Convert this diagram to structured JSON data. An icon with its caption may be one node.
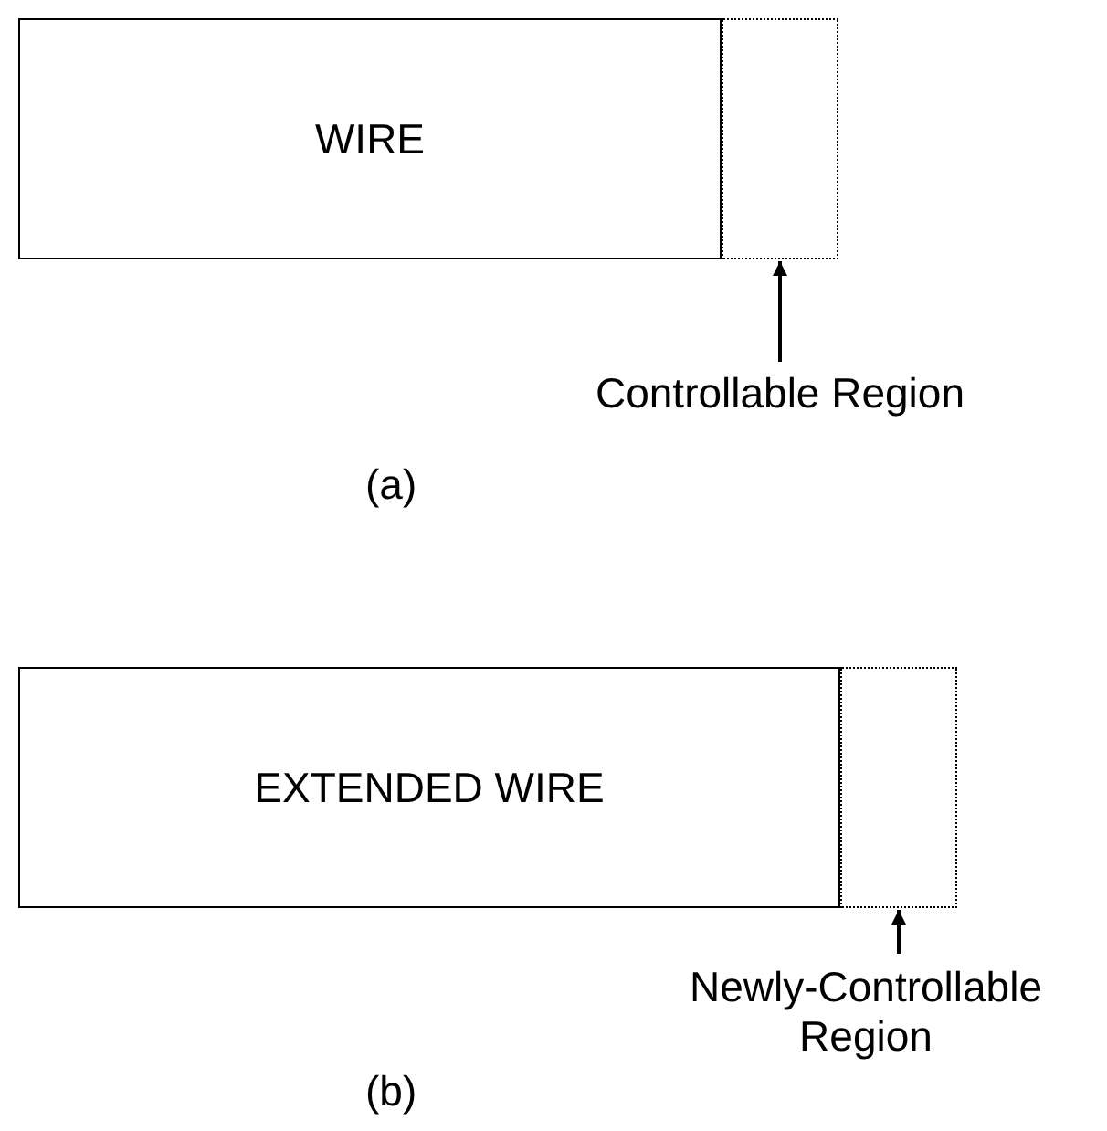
{
  "diagram": {
    "nodes": [
      {
        "text": [
          "WIRE"
        ]
      },
      {
        "text": [],
        "shape": "box"
      },
      {
        "text": [
          "Controllable Region"
        ]
      },
      {
        "text": [
          "EXTENDED WIRE"
        ]
      },
      {
        "text": [],
        "shape": "box"
      },
      {
        "text": [
          "Newly-Controllable Region"
        ]
      }
    ],
    "edges": [
      {
        "from": 2,
        "to": 1,
        "arrow": "to"
      },
      {
        "from": 5,
        "to": 4,
        "arrow": "to"
      }
    ],
    "labels": [
      "(a)",
      "(b)"
    ]
  }
}
